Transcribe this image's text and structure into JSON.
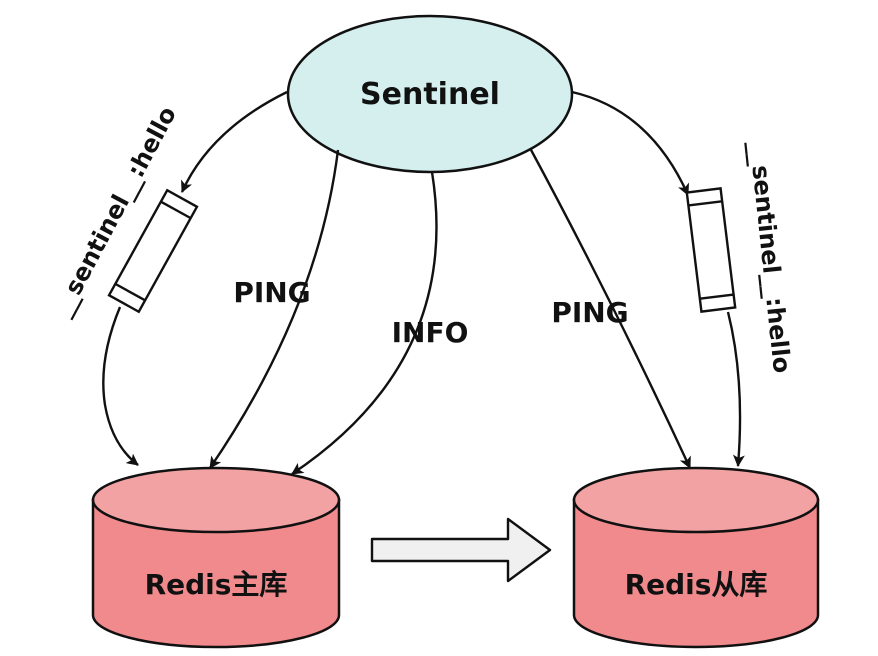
{
  "nodes": {
    "sentinel": {
      "label": "Sentinel"
    },
    "master": {
      "label": "Redis主库"
    },
    "replica": {
      "label": "Redis从库"
    }
  },
  "edges": {
    "ping_master": {
      "label": "PING"
    },
    "info_master": {
      "label": "INFO"
    },
    "ping_replica": {
      "label": "PING"
    }
  },
  "channels": {
    "master_hello": {
      "label": "__sentinel__:hello"
    },
    "replica_hello": {
      "label": "__sentinel__:hello"
    }
  },
  "colors": {
    "sentinel_fill": "#d5efef",
    "db_fill": "#f08a8c",
    "db_top": "#f3a2a4",
    "stroke": "#111111",
    "arrow_fill": "#f0f0f0"
  }
}
